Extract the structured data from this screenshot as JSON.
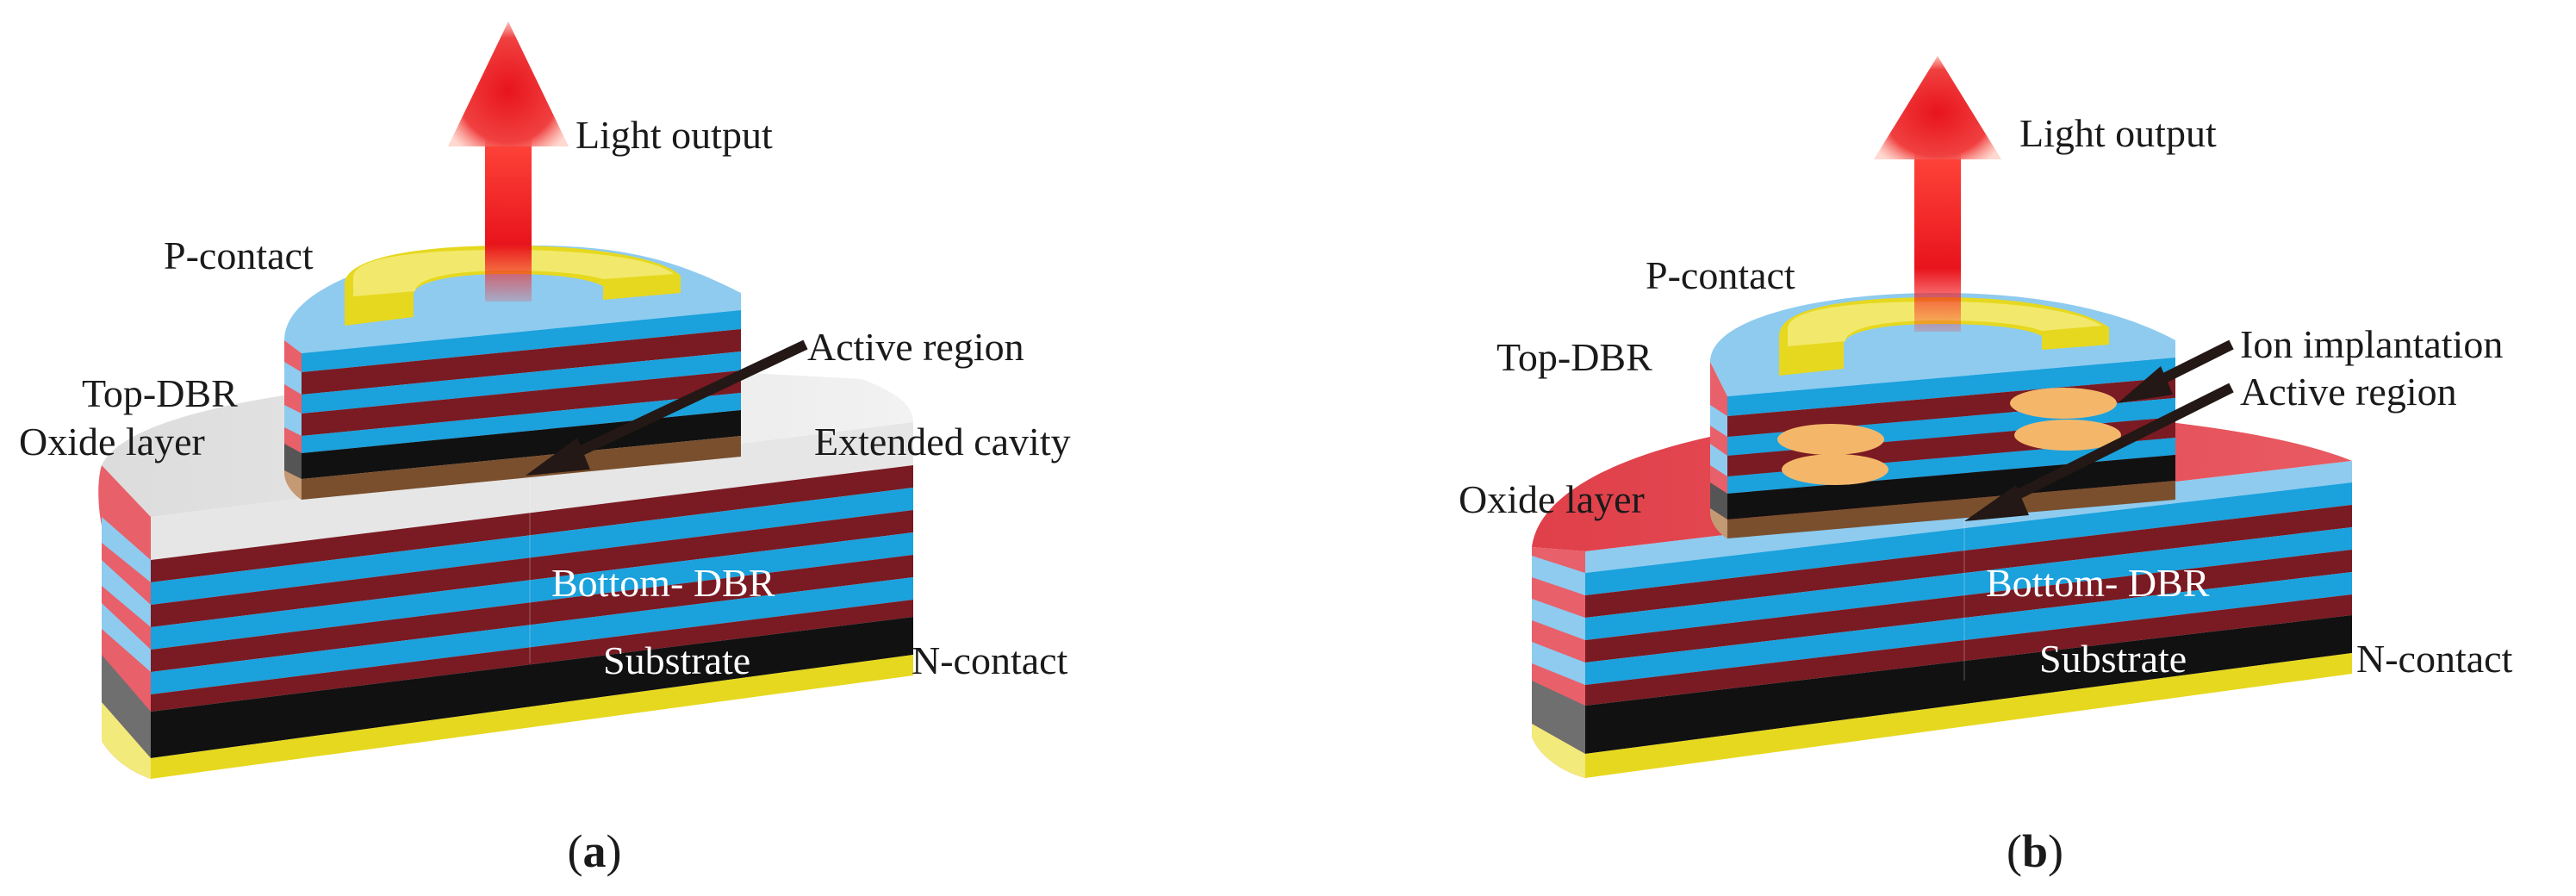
{
  "panel_a": {
    "light_output": "Light output",
    "p_contact": "P-contact",
    "top_dbr": "Top-DBR",
    "oxide_layer": "Oxide layer",
    "active_region": "Active region",
    "extended_cavity": "Extended cavity",
    "bottom_dbr": "Bottom- DBR",
    "substrate": "Substrate",
    "n_contact": "N-contact",
    "caption_open": "(",
    "caption_letter": "a",
    "caption_close": ")"
  },
  "panel_b": {
    "light_output": "Light output",
    "p_contact": "P-contact",
    "top_dbr": "Top-DBR",
    "ion_implantation": "Ion implantation",
    "active_region": "Active region",
    "oxide_layer": "Oxide layer",
    "bottom_dbr": "Bottom- DBR",
    "substrate": "Substrate",
    "n_contact": "N-contact",
    "caption_open": "(",
    "caption_letter": "b",
    "caption_close": ")"
  },
  "colors": {
    "dbr_blue": "#1ba1dc",
    "dbr_red": "#7a1a22",
    "side_pink": "#e8606a",
    "side_lightblue": "#8ecbef",
    "substrate_black": "#111111",
    "contact_yellow": "#e6d81f",
    "extended_cavity_gray": "#e2e2e2",
    "oxide_brown": "#7a4f2d",
    "ion_implant_orange": "#f4b76a",
    "panel_b_base_top": "#e0454f",
    "arrow_red": "#e8141c"
  }
}
